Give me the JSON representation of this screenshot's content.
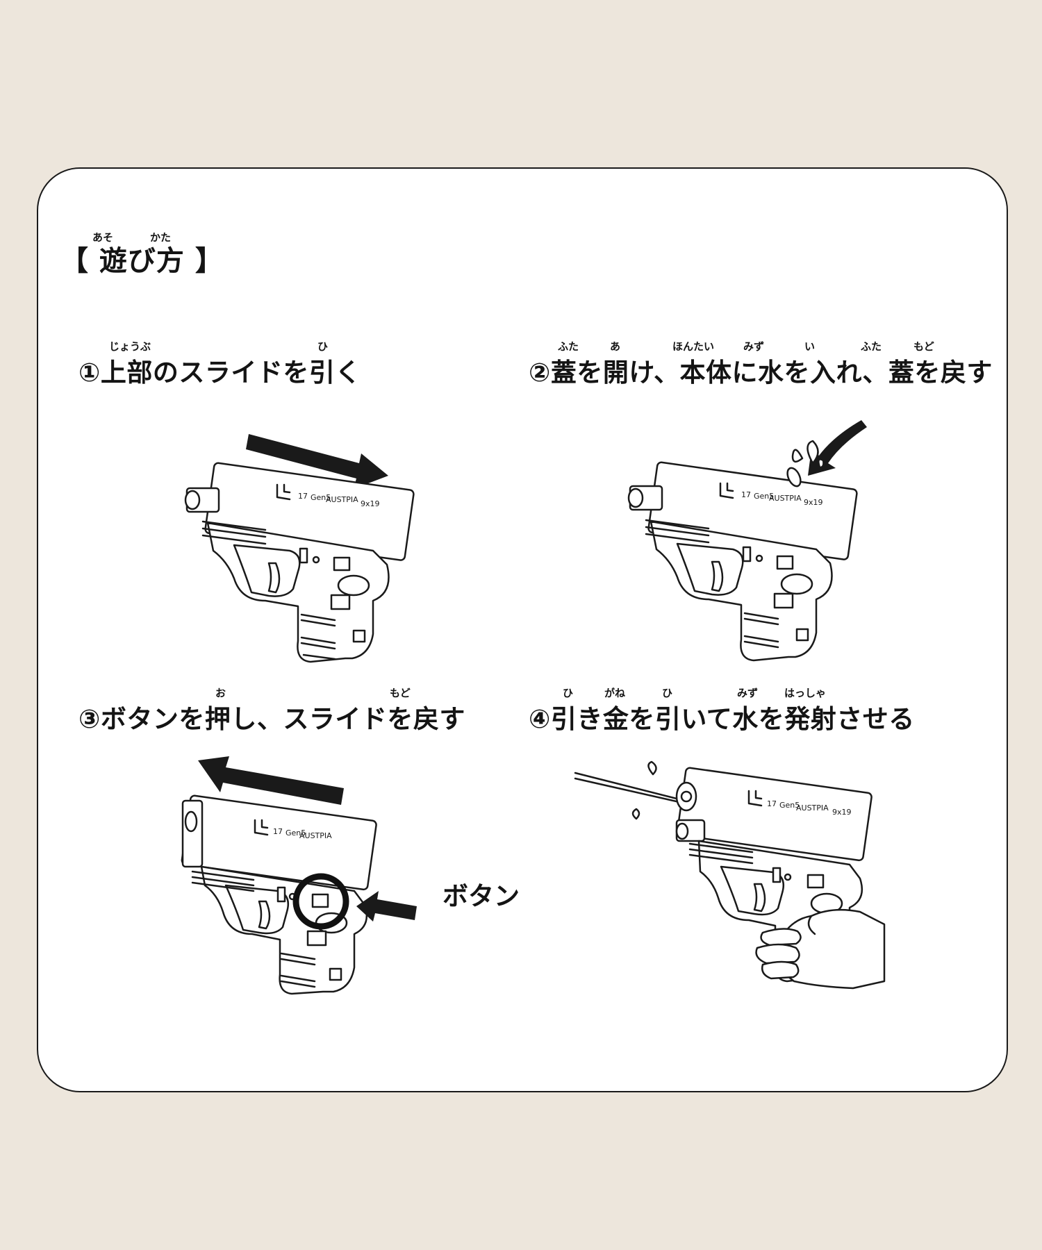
{
  "header": {
    "title": "【 遊び方 】",
    "title_ruby_1": "あそ",
    "title_ruby_2": "かた"
  },
  "steps": [
    {
      "label": "①上部のスライドを引く",
      "ruby": [
        "じょうぶ",
        "ひ"
      ]
    },
    {
      "label": "②蓋を開け、本体に水を入れ、蓋を戻す",
      "ruby": [
        "ふた",
        "あ",
        "ほんたい",
        "みず",
        "い",
        "ふた",
        "もど"
      ]
    },
    {
      "label": "③ボタンを押し、スライドを戻す",
      "ruby": [
        "お",
        "もど"
      ],
      "callout": "ボタン"
    },
    {
      "label": "④引き金を引いて水を発射させる",
      "ruby": [
        "ひ",
        "がね",
        "ひ",
        "みず",
        "はっしゃ"
      ]
    }
  ],
  "gun_markings": {
    "model": "17",
    "gen": "Gen5",
    "brand": "AUSTPIA",
    "caliber": "9x19"
  }
}
